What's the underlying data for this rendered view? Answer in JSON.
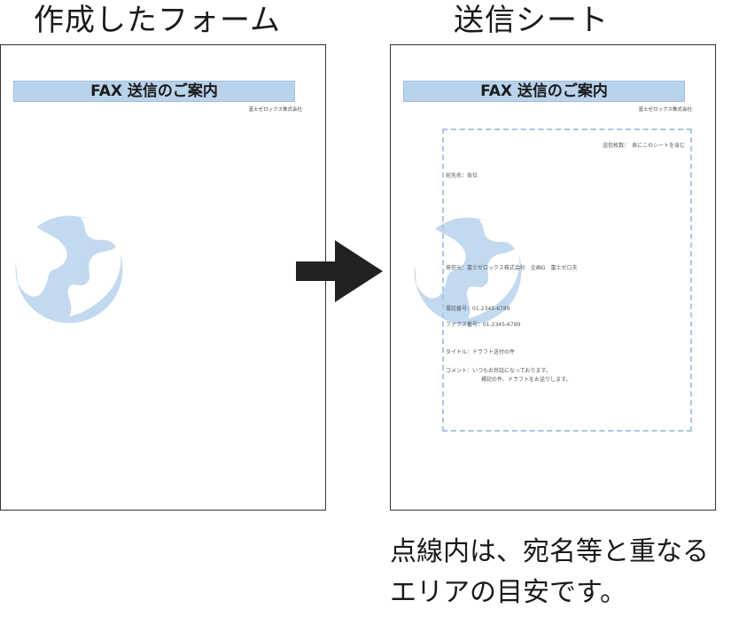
{
  "left_heading": "作成したフォーム",
  "right_heading": "送信シート",
  "form": {
    "title": "FAX 送信のご案内",
    "company": "富士ゼロックス株式会社"
  },
  "send_sheet": {
    "title": "FAX 送信のご案内",
    "company": "富士ゼロックス株式会社",
    "pages_line": "送信枚数：　表にこのシートを含む",
    "recipient": "宛先名：各位",
    "sender": "発信元：富士ゼロックス株式会社　企画G　富士ゼロ夫",
    "phone": "電話番号：01-2345-6789",
    "fax": "ファクス番号：01-2345-6789",
    "subject": "タイトル：ドラフト送付の件",
    "comment_1": "コメント：いつもお世話になっております。",
    "comment_2": "標記の件、ドラフトをお送りします。"
  },
  "caption_line1": "点線内は、宛名等と重なる",
  "caption_line2": "エリアの目安です。",
  "colors": {
    "title_bar": "#b9d3ec",
    "globe": "#c3d9f0",
    "dotted_border": "#aac6e4",
    "arrow": "#222222"
  }
}
